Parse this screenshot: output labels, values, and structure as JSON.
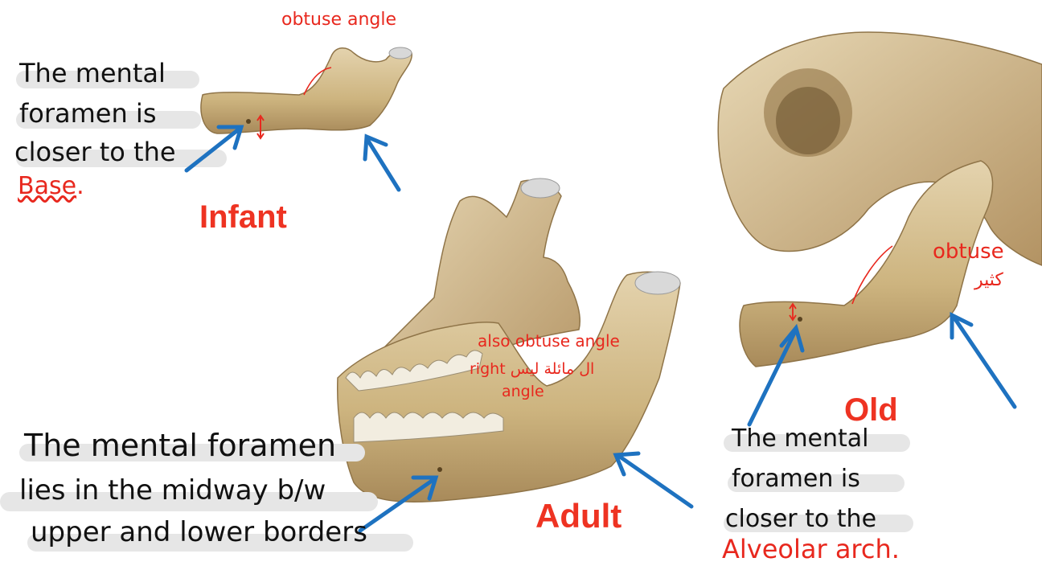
{
  "labels": {
    "infant": "Infant",
    "adult": "Adult",
    "old": "Old"
  },
  "infant_note": {
    "line1": "The mental",
    "line2": "foramen is",
    "line3": "closer to the",
    "line4": "Base",
    "line4_suffix": "."
  },
  "adult_note": {
    "line1": "The mental foramen",
    "line2": "lies in the midway b/w",
    "line3": "upper and lower borders"
  },
  "old_note": {
    "line1": "The mental",
    "line2": "foramen is",
    "line3": "closer to the",
    "line4": "Alveolar arch."
  },
  "annotations": {
    "infant_angle": "obtuse angle",
    "adult_angle_1": "also obtuse angle",
    "adult_angle_2": "right ال مائلة ليس",
    "adult_angle_3": "angle",
    "old_angle": "obtuse",
    "old_angle_ar": "كثير"
  },
  "colors": {
    "bone": "#d9c49a",
    "bone_shadow": "#a8895a",
    "arrow": "#1e72c0",
    "label": "#ee3322",
    "note_red": "#e8281e",
    "highlight": "#e6e6e6"
  }
}
